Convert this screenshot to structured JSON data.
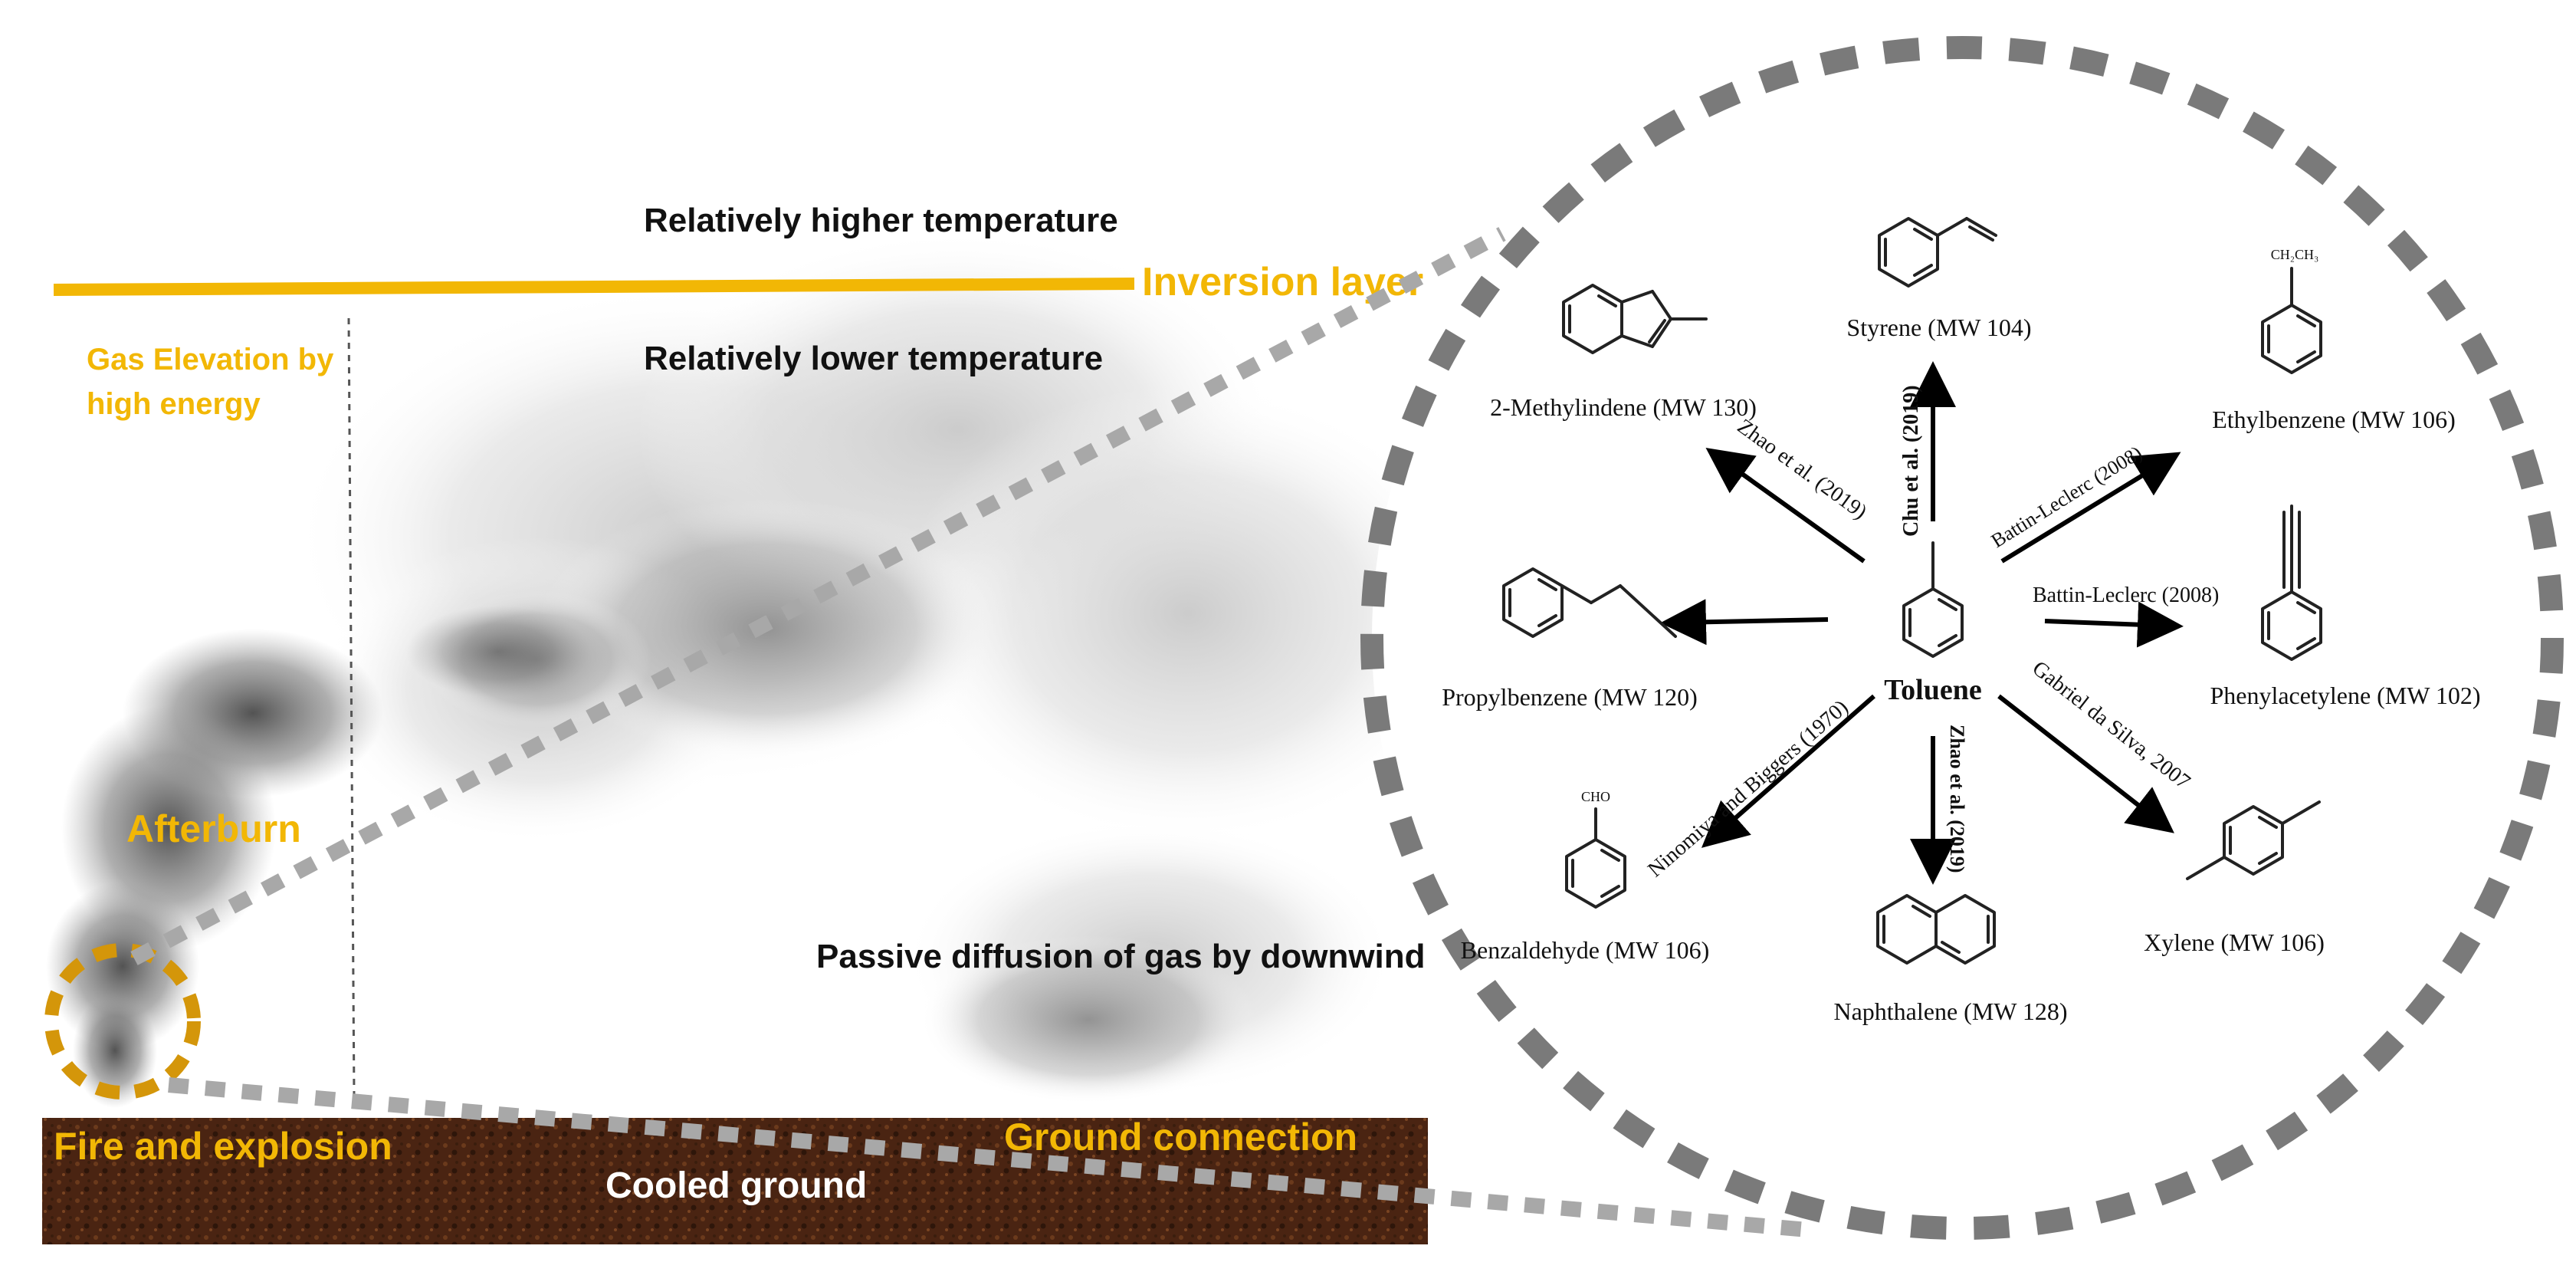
{
  "left_panel": {
    "higher_temp": "Relatively higher temperature",
    "inversion": "Inversion layer",
    "lower_temp": "Relatively  lower temperature",
    "gas_elevation_1": "Gas Elevation by",
    "gas_elevation_2": "high energy",
    "afterburn": "Afterburn",
    "passive": "Passive diffusion of gas by downwind",
    "fire": "Fire and explosion",
    "cooled": "Cooled ground",
    "ground_conn": "Ground connection"
  },
  "colors": {
    "accent_yellow": "#f2b705",
    "highlight_circle": "#d4960a",
    "ground": "#4a2412",
    "dash_gray": "#7a7a7a"
  },
  "network": {
    "center": "Toluene",
    "products": {
      "styrene": "Styrene (MW 104)",
      "methylindene": "2-Methylindene (MW 130)",
      "ethylbenzene": "Ethylbenzene (MW 106)",
      "propylbenzene": "Propylbenzene (MW 120)",
      "phenylacetylene": "Phenylacetylene (MW 102)",
      "benzaldehyde": "Benzaldehyde (MW 106)",
      "naphthalene": "Naphthalene (MW 128)",
      "xylene": "Xylene (MW 106)"
    },
    "refs": {
      "chu": "Chu et al. (2019)",
      "zhao_up": "Zhao et al. (2019)",
      "battin_up": "Battin-Leclerc (2008)",
      "battin_right": "Battin-Leclerc (2008)",
      "ninomiya": "Ninomiya and Biggers (1970)",
      "zhao_down": "Zhao et al. (2019)",
      "gabriel": "Gabriel da Silva, 2007"
    },
    "substituents": {
      "ethyl": "CH₂CH₃",
      "aldehyde": "CHO"
    }
  }
}
